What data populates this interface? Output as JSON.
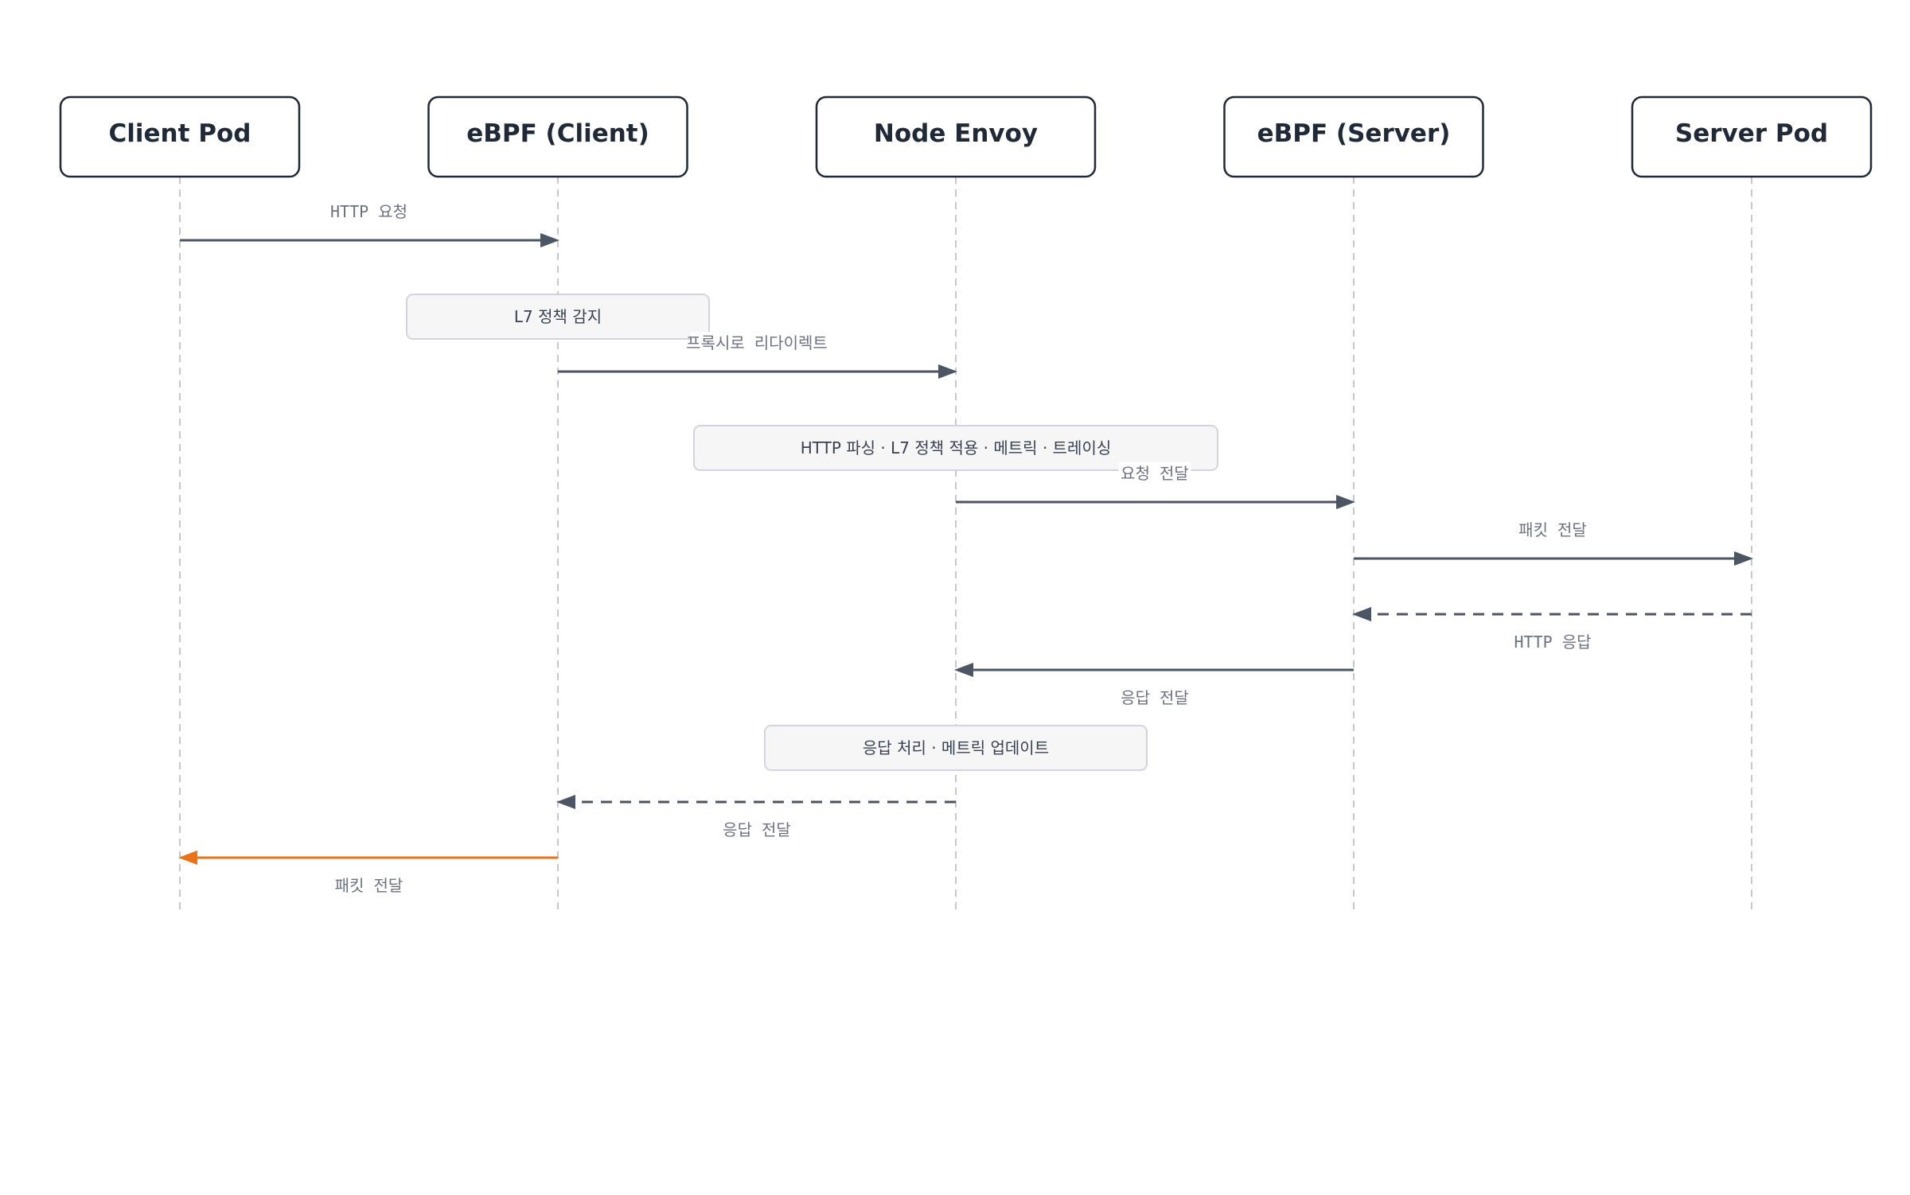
{
  "diagram": {
    "actors": [
      {
        "id": "client",
        "label": "Client Pod"
      },
      {
        "id": "ebpf_client",
        "label": "eBPF (Client)"
      },
      {
        "id": "envoy",
        "label": "Node Envoy"
      },
      {
        "id": "ebpf_server",
        "label": "eBPF (Server)"
      },
      {
        "id": "server",
        "label": "Server Pod"
      }
    ],
    "steps": [
      {
        "kind": "message",
        "from": "client",
        "to": "ebpf_client",
        "label": "HTTP 요청",
        "style": "solid"
      },
      {
        "kind": "note",
        "over": [
          "ebpf_client"
        ],
        "label": "L7 정책 감지"
      },
      {
        "kind": "message",
        "from": "ebpf_client",
        "to": "envoy",
        "label": "프록시로 리다이렉트",
        "style": "solid"
      },
      {
        "kind": "note",
        "over": [
          "envoy"
        ],
        "label": "HTTP 파싱 · L7 정책 적용 · 메트릭 · 트레이싱"
      },
      {
        "kind": "message",
        "from": "envoy",
        "to": "ebpf_server",
        "label": "요청 전달",
        "style": "solid"
      },
      {
        "kind": "message",
        "from": "ebpf_server",
        "to": "server",
        "label": "패킷 전달",
        "style": "solid"
      },
      {
        "kind": "message",
        "from": "server",
        "to": "ebpf_server",
        "label": "HTTP 응답",
        "style": "dashed"
      },
      {
        "kind": "message",
        "from": "ebpf_server",
        "to": "envoy",
        "label": "응답 전달",
        "style": "solid"
      },
      {
        "kind": "note",
        "over": [
          "envoy"
        ],
        "label": "응답 처리 · 메트릭 업데이트"
      },
      {
        "kind": "message",
        "from": "envoy",
        "to": "ebpf_client",
        "label": "응답 전달",
        "style": "dashed"
      },
      {
        "kind": "message",
        "from": "ebpf_client",
        "to": "client",
        "label": "패킷 전달",
        "style": "solid",
        "highlight": true
      }
    ],
    "colors": {
      "actor_border": "#1f2937",
      "arrow": "#4b5563",
      "highlight_arrow": "#ea7317",
      "label_text": "#6b7280",
      "note_fill": "#f6f6f6",
      "note_border": "#d1d5db",
      "lifeline": "#c4c8cf"
    }
  }
}
